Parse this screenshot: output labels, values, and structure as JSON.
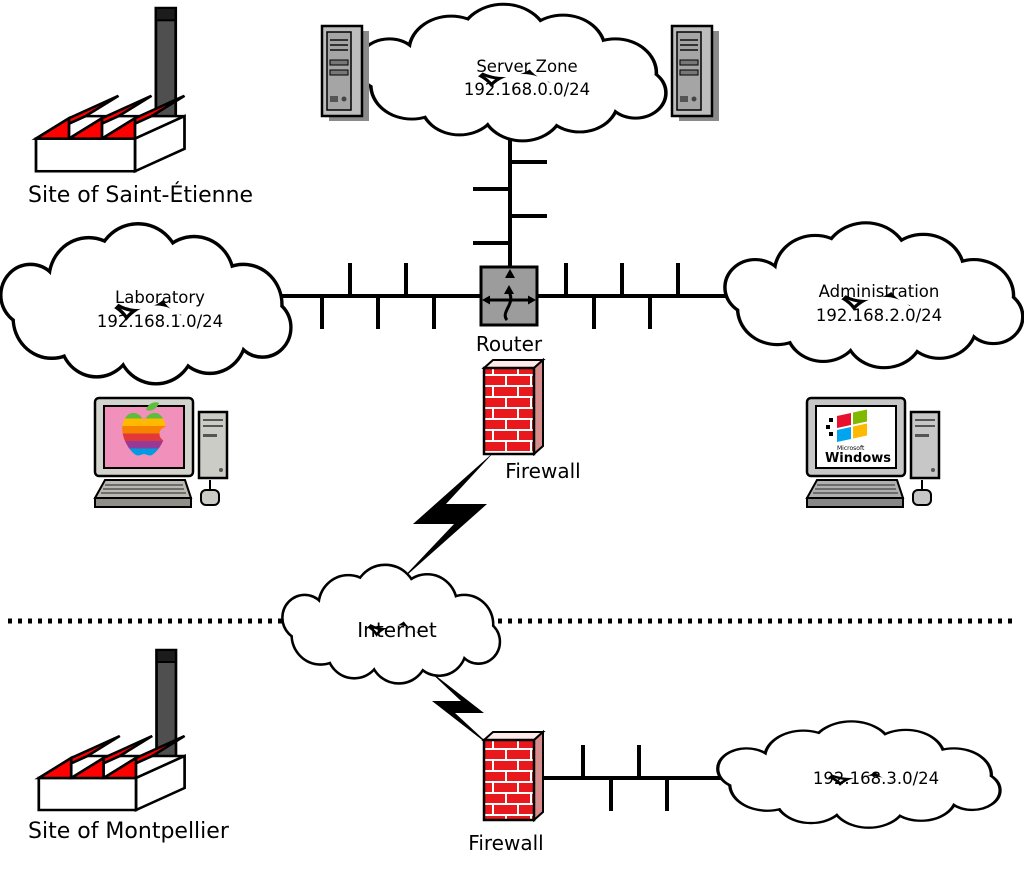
{
  "diagram": {
    "sites": {
      "saint_etienne": "Site of Saint-Étienne",
      "montpellier": "Site of Montpellier"
    },
    "networks": {
      "server_zone": {
        "name": "Server Zone",
        "cidr": "192.168.0.0/24"
      },
      "laboratory": {
        "name": "Laboratory",
        "cidr": "192.168.1.0/24"
      },
      "administration": {
        "name": "Administration",
        "cidr": "192.168.2.0/24"
      },
      "montpellier_lan": {
        "cidr": "192.168.3.0/24"
      },
      "internet": {
        "name": "Internet"
      }
    },
    "devices": {
      "router": "Router",
      "firewall_main": "Firewall",
      "firewall_branch": "Firewall"
    },
    "pc": {
      "microsoft": "Microsoft",
      "windows": "Windows"
    },
    "colors": {
      "factory_red": "#ff0000",
      "brick_red": "#e8181d",
      "router_gray": "#9c9c9c",
      "screen_pink": "#f191bb"
    }
  }
}
